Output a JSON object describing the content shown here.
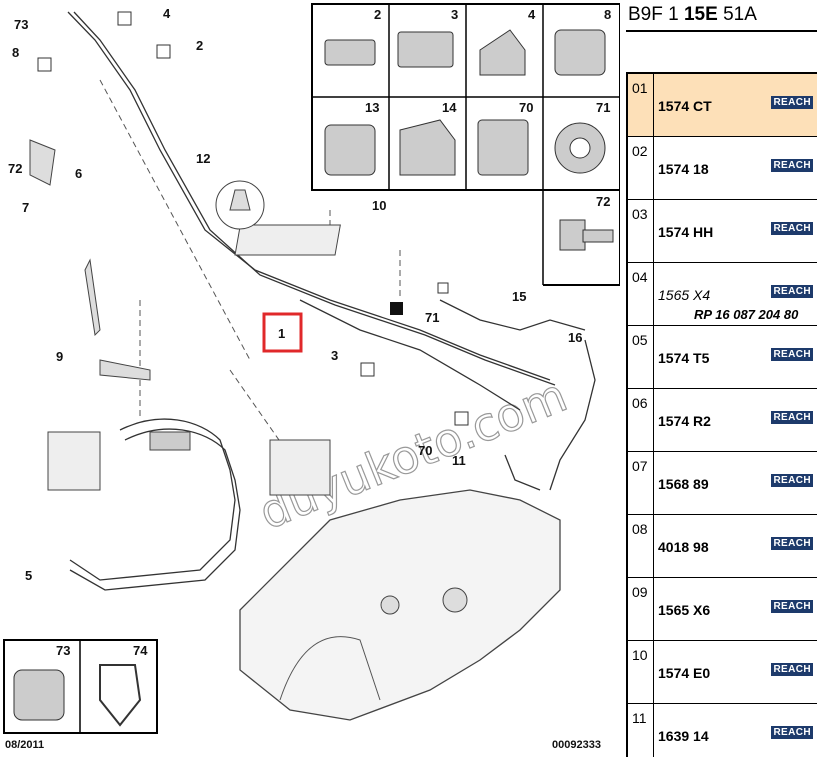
{
  "diagram": {
    "callouts": [
      "1",
      "2",
      "3",
      "4",
      "5",
      "6",
      "7",
      "8",
      "9",
      "10",
      "11",
      "12",
      "15",
      "16",
      "70",
      "71",
      "72",
      "73"
    ],
    "inset_grid": [
      "2",
      "3",
      "4",
      "8",
      "13",
      "14",
      "70",
      "71",
      "72"
    ],
    "inset_bottom": [
      "73",
      "74"
    ],
    "date": "08/2011",
    "drawing_number": "00092333",
    "watermark": "duyukoto.com",
    "highlight_color": "#e0282a"
  },
  "panel": {
    "header_a": "B9F 1 ",
    "header_b": "15E",
    "header_c": " 51A",
    "reach_label": "REACH",
    "rows": [
      {
        "idx": "01",
        "code": "1574 CT",
        "selected": true
      },
      {
        "idx": "02",
        "code": "1574 18"
      },
      {
        "idx": "03",
        "code": "1574 HH"
      },
      {
        "idx": "04",
        "code": "1565 X4",
        "italic": true,
        "sub": "RP 16 087 204 80"
      },
      {
        "idx": "05",
        "code": "1574 T5"
      },
      {
        "idx": "06",
        "code": "1574 R2"
      },
      {
        "idx": "07",
        "code": "1568 89"
      },
      {
        "idx": "08",
        "code": "4018 98"
      },
      {
        "idx": "09",
        "code": "1565 X6"
      },
      {
        "idx": "10",
        "code": "1574 E0"
      },
      {
        "idx": "11",
        "code": "1639 14"
      }
    ]
  }
}
